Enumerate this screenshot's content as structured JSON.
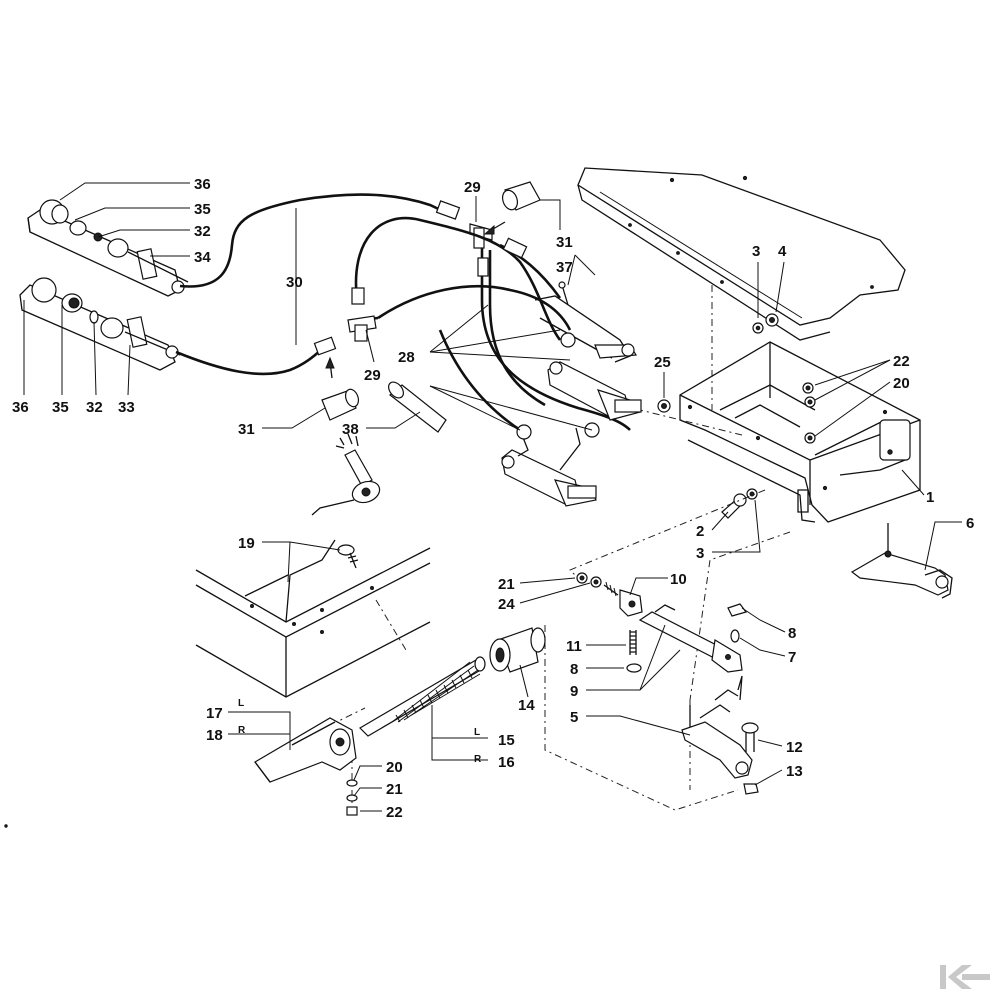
{
  "callouts": [
    {
      "id": "c36a",
      "text": "36"
    },
    {
      "id": "c35a",
      "text": "35"
    },
    {
      "id": "c32a",
      "text": "32"
    },
    {
      "id": "c34",
      "text": "34"
    },
    {
      "id": "c30",
      "text": "30"
    },
    {
      "id": "c29a",
      "text": "29"
    },
    {
      "id": "c31a",
      "text": "31"
    },
    {
      "id": "c37",
      "text": "37"
    },
    {
      "id": "c3a",
      "text": "3"
    },
    {
      "id": "c4",
      "text": "4"
    },
    {
      "id": "c36b",
      "text": "36"
    },
    {
      "id": "c35b",
      "text": "35"
    },
    {
      "id": "c32b",
      "text": "32"
    },
    {
      "id": "c33",
      "text": "33"
    },
    {
      "id": "c29b",
      "text": "29"
    },
    {
      "id": "c28",
      "text": "28"
    },
    {
      "id": "c25",
      "text": "25"
    },
    {
      "id": "c22a",
      "text": "22"
    },
    {
      "id": "c20a",
      "text": "20"
    },
    {
      "id": "c31b",
      "text": "31"
    },
    {
      "id": "c38",
      "text": "38"
    },
    {
      "id": "c1",
      "text": "1"
    },
    {
      "id": "c6",
      "text": "6"
    },
    {
      "id": "c2",
      "text": "2"
    },
    {
      "id": "c3b",
      "text": "3"
    },
    {
      "id": "c19",
      "text": "19"
    },
    {
      "id": "c21a",
      "text": "21"
    },
    {
      "id": "c10",
      "text": "10"
    },
    {
      "id": "c24",
      "text": "24"
    },
    {
      "id": "c8a",
      "text": "8"
    },
    {
      "id": "c7",
      "text": "7"
    },
    {
      "id": "c11",
      "text": "11"
    },
    {
      "id": "c8b",
      "text": "8"
    },
    {
      "id": "c9",
      "text": "9"
    },
    {
      "id": "c14",
      "text": "14"
    },
    {
      "id": "c5",
      "text": "5"
    },
    {
      "id": "c12",
      "text": "12"
    },
    {
      "id": "c13",
      "text": "13"
    },
    {
      "id": "c17",
      "text": "17"
    },
    {
      "id": "c18",
      "text": "18"
    },
    {
      "id": "c15",
      "text": "15"
    },
    {
      "id": "c16",
      "text": "16"
    },
    {
      "id": "c20b",
      "text": "20"
    },
    {
      "id": "c21b",
      "text": "21"
    },
    {
      "id": "c22b",
      "text": "22"
    }
  ],
  "side_marks": {
    "left_17": "L",
    "right_18": "R",
    "left_15": "L",
    "right_16": "R"
  },
  "colors": {
    "line": "#111111",
    "background": "#ffffff",
    "watermark": "#c8c8c8"
  },
  "watermark_icon": "k-logo-icon"
}
